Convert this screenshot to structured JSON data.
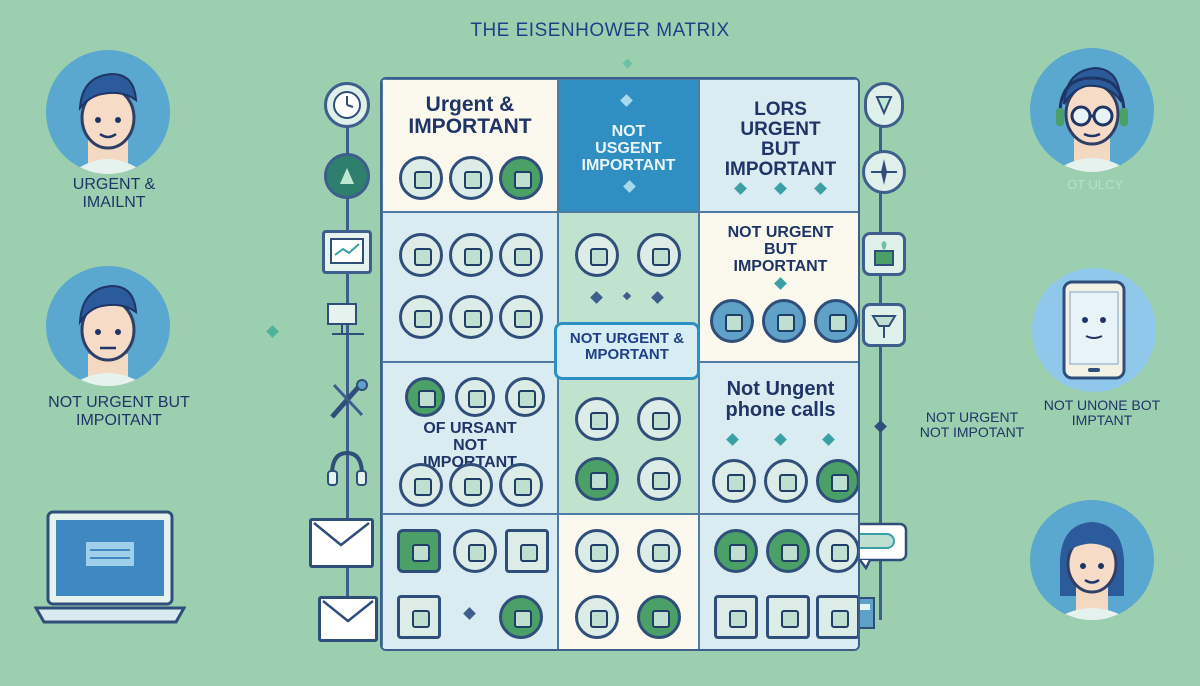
{
  "title": "THE EISENHOWER MATRIX",
  "quadrants": {
    "q1": "Urgent & IMPORTANT",
    "q2": "NOT USGENT IMPORTANT",
    "q3": "LORS URGENT BUT IMPORTANT",
    "q4": "NOT URGENT BUT IMPORTANT",
    "q5": "NOT URGENT & MPORTANT",
    "q6": "OF URSANT NOT IMPORTANT",
    "q7": "Not Ungent phone calls"
  },
  "left": {
    "person1_label": "URGENT & IMAILNT",
    "person2_label": "NOT URGENT BUT IMPOITANT"
  },
  "right": {
    "person1_label": "OT ULCY",
    "center_label": "NOT URGENT NOT IMPOTANT",
    "tablet_label": "NOT UNONE BOT IMPTANT"
  },
  "colors": {
    "background": "#9ccfb0",
    "title": "#1f3f86",
    "highlight_cell": "#2f8fc2",
    "dark_line": "#3e5f8c"
  }
}
